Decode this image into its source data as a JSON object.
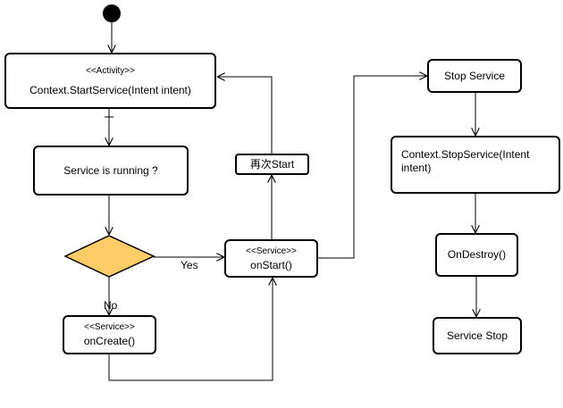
{
  "nodes": {
    "activity": {
      "stereotype": "<<Activity>>",
      "label": "Context.StartService(Intent intent)"
    },
    "running_check": {
      "label": "Service is  running ?"
    },
    "restart": {
      "label": "再次Start"
    },
    "on_start": {
      "stereotype": "<<Service>>",
      "label": "onStart()"
    },
    "on_create": {
      "stereotype": "<<Service>>",
      "label": "onCreate()"
    },
    "stop_service": {
      "label": "Stop Service"
    },
    "context_stop": {
      "label": "Context.StopService(Intent intent)"
    },
    "on_destroy": {
      "label": "OnDestroy()"
    },
    "service_stop": {
      "label": "Service Stop"
    }
  },
  "edge_labels": {
    "yes": "Yes",
    "no": "No"
  },
  "colors": {
    "decision_fill": "#FFCC66",
    "line": "#000000",
    "node_fill": "#FFFFFF"
  }
}
